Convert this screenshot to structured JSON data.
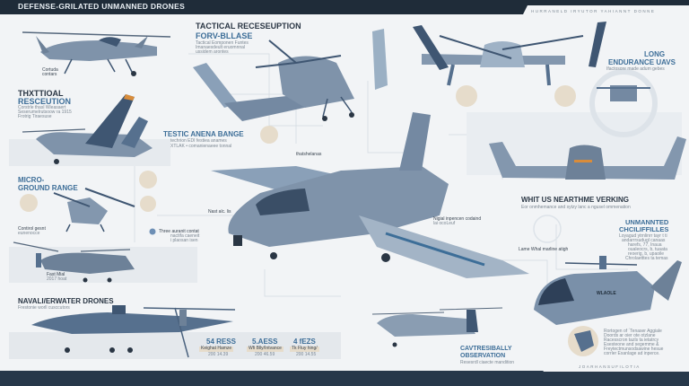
{
  "header": {
    "title": "DEFENSE-GRILATED UNMANNED DRONES",
    "subtitle": "HURRANELD IRYUTOR YAHIANNT DONNE"
  },
  "colors": {
    "dark_bar": "#1f2c39",
    "accent_blue": "#3d6e98",
    "drone_gray": "#7f93aa",
    "drone_dark": "#3f5672",
    "accent_orange": "#d98c3a",
    "background": "#f2f4f6"
  },
  "sections": {
    "tactical": {
      "title": "TACTICAL RECESEUPTION",
      "subtitle": "FORV-BLLASE",
      "desc1": "Tactical Eomponen Funtes",
      "desc2": "Imanaesdeult eruomnnal",
      "desc3": "ussidem arontes"
    },
    "cortuda": {
      "label1": "Cortuda",
      "label2": "contars"
    },
    "rescue": {
      "title1": "THXTTIOAL",
      "title2": "RESCEUTION",
      "desc1": "Corstrle thasl Wieasaert",
      "desc2": "Seserumelrutsoow ra 1915",
      "desc3": "Frotrig Tiraesuse"
    },
    "testic": {
      "title": "TESTIC ANENA BANGE",
      "sub1": "techrion  EDI festiea anames",
      "sub2": "XTLAK • comanienaeee tonnal"
    },
    "thats": {
      "label": "thatshelanas"
    },
    "micro": {
      "title1": "MICRO-",
      "title2": "GROUND RANGE"
    },
    "control": {
      "label1": "Contirol gesnt",
      "label2": "eunenocce"
    },
    "nast": {
      "label": "Nast alc. lis"
    },
    "three": {
      "label1": "Three auranit contat",
      "label2": "nactifa caeneit",
      "label3": "i plaosan isen"
    },
    "fast": {
      "label1": "Fast Mial",
      "label2": "2017 hoat"
    },
    "naval": {
      "title": "NAVALI/ERWATER DRONES",
      "subtitle": "Frestonie worll cusccutors"
    },
    "stats": [
      {
        "value": "54 RESS",
        "label": "Keighat Hamze",
        "number": "200 14.39"
      },
      {
        "value": "5.AESS",
        "label": "Wfi Blly/Intvance",
        "number": "200 46.59"
      },
      {
        "value": "4 fEZS",
        "label": "Tk Fluy hing/",
        "number": "200 14.55"
      }
    ],
    "long": {
      "title1": "LONG",
      "title2": "ENDURANCE UAVS",
      "subtitle": "Ifactosore made adum gebes"
    },
    "whit": {
      "title": "WHIT US NEARTHME VERKING",
      "subtitle": "Eor onmhemance and sytzy lanc a ngusel ommenation"
    },
    "nigial": {
      "label1": "Nigial inpencen codaind",
      "label2": "lai ocoLeuf"
    },
    "lame": {
      "label": "Lame Whal marline atigh"
    },
    "unmanned": {
      "title1": "UNMANNTED",
      "title2": "CHCILIFFILLES",
      "desc1": "Loyagud ytrnlinrr tayr t ti",
      "desc2": "andarrrsudugl canaas",
      "desc3": "harefs, 77, Inaua",
      "desc4": "oualeocrs, b, tuaata",
      "desc5": "reoerig, b, upaoile",
      "desc6": "Chrolaetttes ta temas"
    },
    "observation": {
      "title1": "CAVTRESIBALLY",
      "title2": "OBSERVATION",
      "subtitle": "Resesrdl ciaecte mandition"
    },
    "rortogen": {
      "desc1": "Rortogen of ´Tenaser Aggiale",
      "desc2": "Doords ar oier ote otzlane",
      "desc3": "Racesscron tazls ta ietatrcy",
      "desc4": "Esesteone and segemme &",
      "desc5": "Freytectmunsodsawine hesue",
      "desc6": "corrler Exanlage ad inperce."
    },
    "heli_marking": "WLAOLE",
    "footer": {
      "label": "JOARHANSUFILOTIA"
    }
  }
}
